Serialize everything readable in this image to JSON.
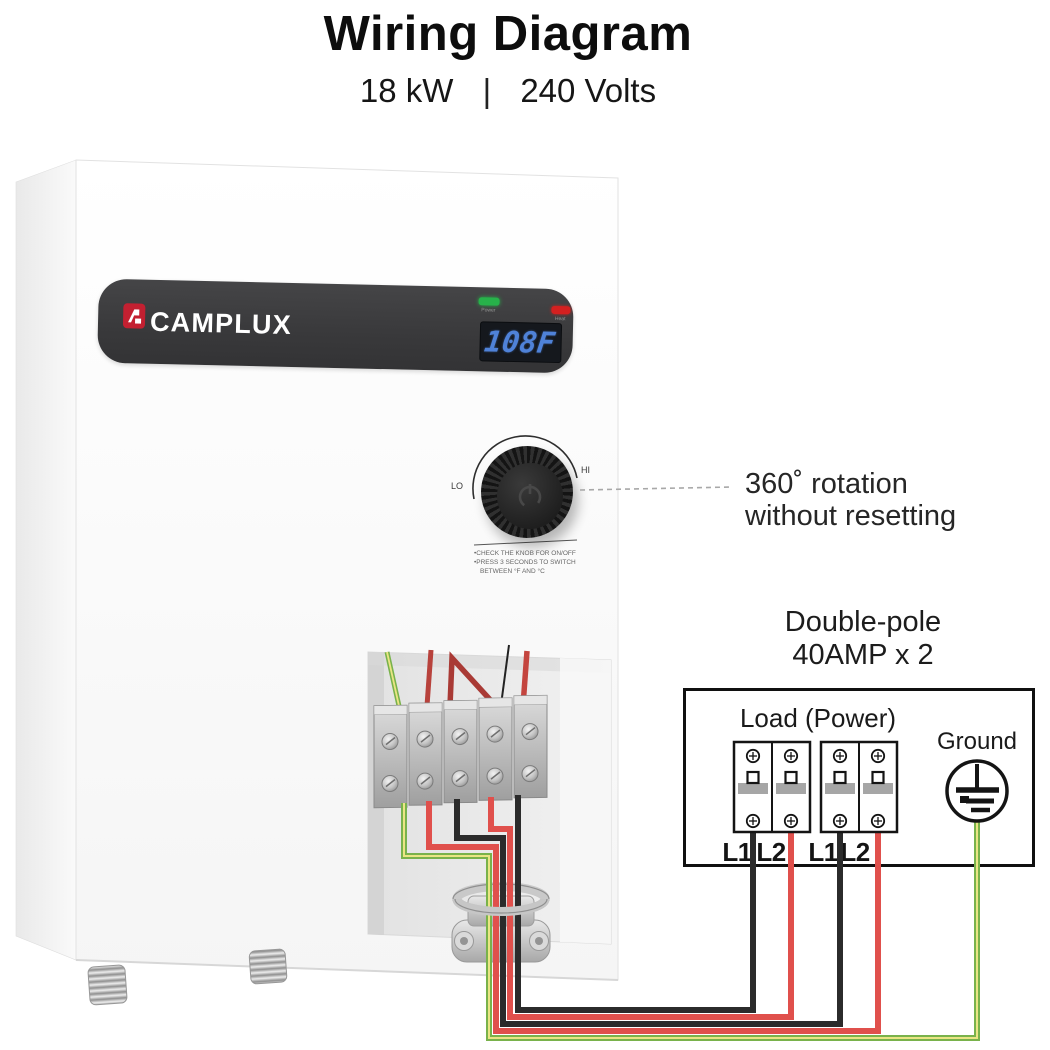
{
  "header": {
    "title": "Wiring Diagram",
    "power_rating": "18 kW",
    "separator": "|",
    "voltage_rating": "240 Volts"
  },
  "heater": {
    "brand": "CAMPLUX",
    "display_value": "108F",
    "led_power_label": "Power",
    "led_heat_label": "Heat",
    "knob_low_label": "LO",
    "knob_high_label": "HI",
    "knob_notes": [
      "•CHECK THE KNOB FOR ON/OFF",
      "•PRESS 3 SECONDS TO SWITCH",
      "BETWEEN °F AND °C"
    ]
  },
  "annotations": {
    "rotation_line1": "360˚ rotation",
    "rotation_line2": "without resetting",
    "breaker_line1": "Double-pole",
    "breaker_line2": "40AMP x 2"
  },
  "breaker_panel": {
    "load_label": "Load (Power)",
    "ground_label": "Ground",
    "terminal_labels": [
      "L1",
      "L2",
      "L1",
      "L2"
    ]
  },
  "colors": {
    "wire_black": "#2b2b2b",
    "wire_red": "#e0504c",
    "wire_green": "#79b24b",
    "wire_yellow": "#eae584",
    "brand_red": "#c32031",
    "led_green": "#27b24a",
    "led_red": "#d42020",
    "display_blue": "#4f82d8",
    "panel_black": "#3a3a3c",
    "diagram_line": "#111111"
  }
}
